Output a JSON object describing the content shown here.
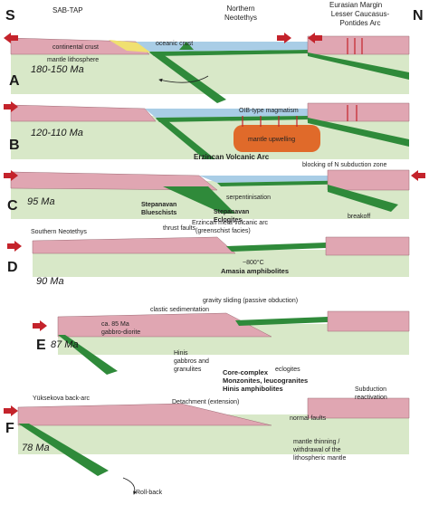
{
  "header": {
    "south_letter": "S",
    "north_letter": "N",
    "sab_tap": "SAB-TAP",
    "northern_neotethys": "Northern\nNeotethys",
    "eurasian_margin": "Eurasian Margin",
    "lesser_caucasus": "Lesser Caucasus-\nPontides Arc"
  },
  "colors": {
    "crust_pink": "#e0a6b2",
    "mantle_green": "#d8e8c8",
    "slab_green": "#2f8a3a",
    "ocean_blue": "#a9cde6",
    "arrow_red": "#c4232b",
    "arrow_blue": "#2a5db0",
    "magma_orange": "#e06a2a",
    "sediment_yellow": "#f0e070"
  },
  "panels": [
    {
      "letter": "A",
      "age": "180-150 Ma",
      "labels": [
        "continental crust",
        "oceanic crust",
        "mantle lithosphere"
      ]
    },
    {
      "letter": "B",
      "age": "120-110 Ma",
      "labels": [
        "OIB-type magmatism",
        "mantle upwelling"
      ]
    },
    {
      "letter": "C",
      "age": "95 Ma",
      "labels": [
        "Erzincan Volcanic Arc",
        "blocking of N subduction zone",
        "serpentinisation",
        "Stepanavan\nBlueschists",
        "Stepanavan\nEclogites",
        "breakoff"
      ]
    },
    {
      "letter": "D",
      "age": "90 Ma",
      "labels": [
        "Southern Neotethys",
        "thrust faults",
        "Erzincan meta-volcanic arc\n(greenschist facies)",
        "~800°C",
        "Amasia amphibolites"
      ]
    },
    {
      "letter": "E",
      "age": "87 Ma",
      "labels": [
        "clastic sedimentation",
        "gravity sliding (passive obduction)",
        "ca. 85 Ma\ngabbro-diorite",
        "eclogites",
        "Hinis\ngabbros and\ngranulites"
      ]
    },
    {
      "letter": "F",
      "age": "78 Ma",
      "labels": [
        "Core-complex\nMonzonites, leucogranites\nHinis amphibolites",
        "Detachment (extension)",
        "normal faults",
        "Subduction\nreactivation",
        "Yüksekova back-arc",
        "mantle thinning /\nwithdrawal of the\nlithospheric mantle",
        "Roll-back"
      ]
    }
  ]
}
